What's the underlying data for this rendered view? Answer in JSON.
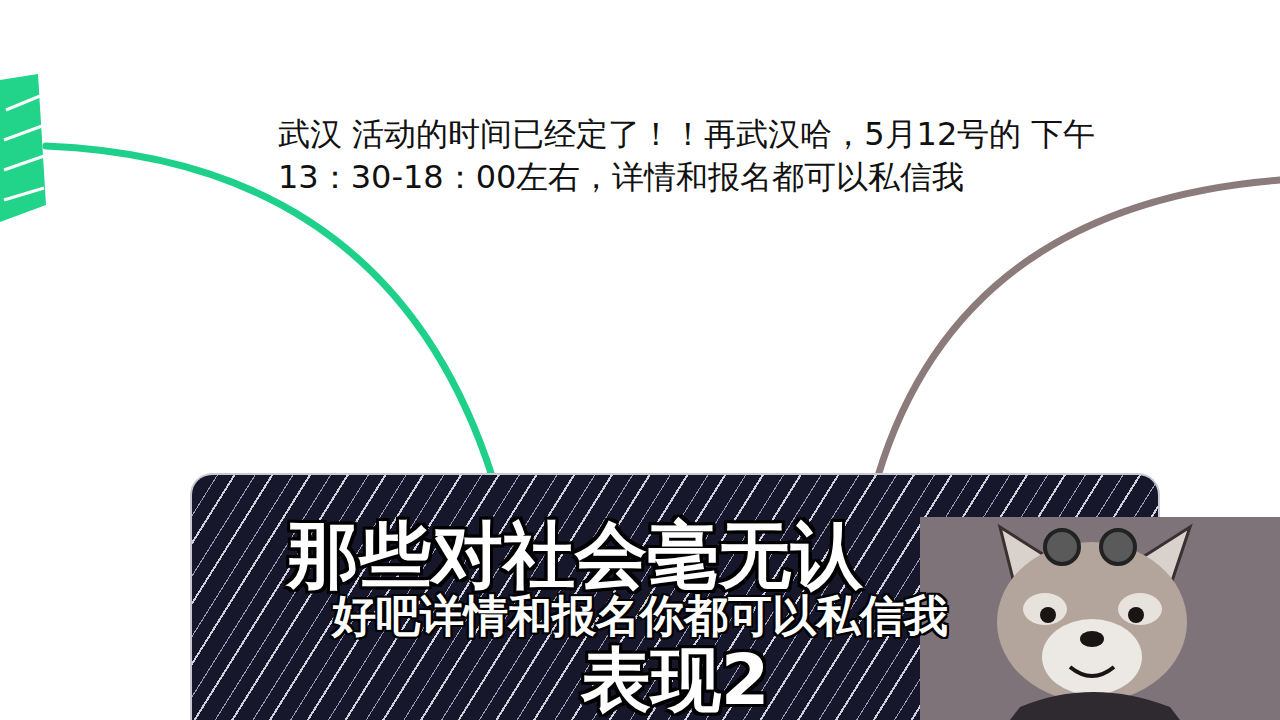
{
  "diagram": {
    "nodes": [
      {
        "text": [
          "那些对社会毫无认",
          "表现2"
        ]
      }
    ],
    "labels": [
      "武汉 活动的时间已经定了！！再武汉哈，5月12号的 下午13：30-18：00左右，详情和报名都可以私信我",
      "好吧详情和报名你都可以私信我"
    ]
  }
}
